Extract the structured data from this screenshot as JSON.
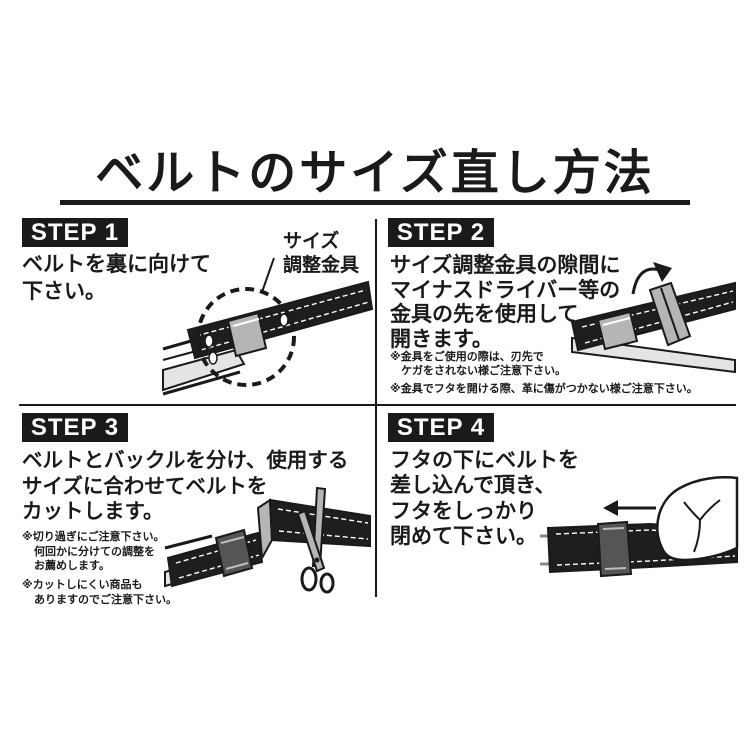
{
  "title": "ベルトのサイズ直し方法",
  "colors": {
    "ink": "#1a1a1a",
    "belt": "#1e1e1e",
    "metal": "#b5b5b5",
    "label_text": "#ffffff"
  },
  "step1": {
    "label": "STEP 1",
    "text": [
      "ベルトを裏に向けて",
      "下さい。"
    ],
    "callout": [
      "サイズ",
      "調整金具"
    ]
  },
  "step2": {
    "label": "STEP 2",
    "text": [
      "サイズ調整金具の隙間に",
      "マイナスドライバー等の",
      "金具の先を使用して",
      "開きます。"
    ],
    "notes": [
      "※金具をご使用の際は、刃先で",
      "ケガをされない様ご注意下さい。",
      "※金具でフタを開ける際、革に傷がつかない様ご注意下さい。"
    ]
  },
  "step3": {
    "label": "STEP 3",
    "text": [
      "ベルトとバックルを分け、使用する",
      "サイズに合わせてベルトを",
      "カットします。"
    ],
    "notes": [
      "※切り過ぎにご注意下さい。",
      "何回かに分けての調整を",
      "お薦めします。",
      "※カットしにくい商品も",
      "ありますのでご注意下さい。"
    ]
  },
  "step4": {
    "label": "STEP 4",
    "text": [
      "フタの下にベルトを",
      "差し込んで頂き、",
      "フタをしっかり",
      "閉めて下さい。"
    ]
  }
}
